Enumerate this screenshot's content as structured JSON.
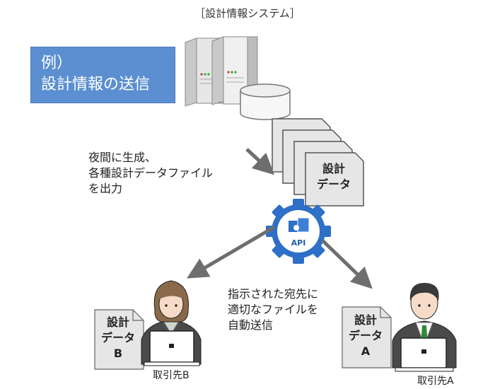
{
  "header": {
    "title": "［設計情報システム］"
  },
  "example_box": {
    "line1": "例）",
    "line2": "設計情報の送信"
  },
  "step1_text": {
    "line1": "夜間に生成、",
    "line2": "各種設計データファイル",
    "line3": "を出力"
  },
  "step2_text": {
    "line1": "指示された宛先に",
    "line2": "適切なファイルを",
    "line3": "自動送信"
  },
  "center_doc": {
    "line1": "設計",
    "line2": "データ"
  },
  "api": {
    "label": "API"
  },
  "doc_b": {
    "line1": "設計",
    "line2": "データ",
    "line3": "B"
  },
  "doc_a": {
    "line1": "設計",
    "line2": "データ",
    "line3": "A"
  },
  "client_b": {
    "label": "取引先B"
  },
  "client_a": {
    "label": "取引先A"
  },
  "colors": {
    "accent": "#5b8fd1",
    "arrow": "#6e6e6e",
    "gear": "#2e6fc7",
    "doc_fill": "#e6e6e6"
  }
}
